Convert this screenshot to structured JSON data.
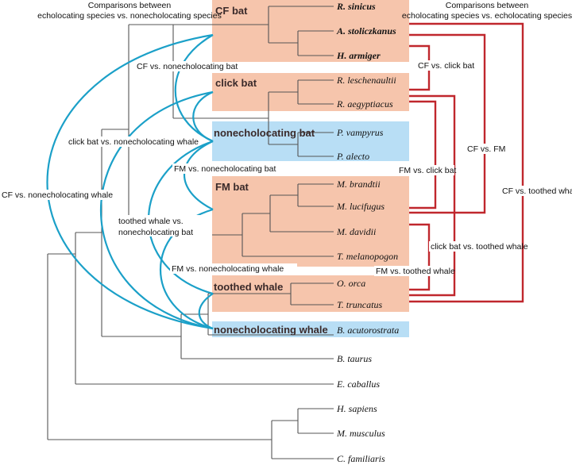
{
  "headers": {
    "left": [
      "Comparisons between",
      "echolocating species vs. nonecholocating species"
    ],
    "right": [
      "Comparisons between",
      "echolocating species vs. echolocating species"
    ]
  },
  "groups": {
    "cf_bat": "CF bat",
    "click_bat": "click bat",
    "nonecho_bat": "nonecholocating bat",
    "fm_bat": "FM bat",
    "toothed_whale": "toothed whale",
    "nonecho_whale": "nonecholocating whale"
  },
  "species": {
    "r_sinicus": "R. sinicus",
    "a_stoliczkanus": "A. stoliczkanus",
    "h_armiger": "H. armiger",
    "r_leschenaultii": "R. leschenaultii",
    "r_aegyptiacus": "R. aegyptiacus",
    "p_vampyrus": "P. vampyrus",
    "p_alecto": "P. alecto",
    "m_brandtii": "M. brandtii",
    "m_lucifugus": "M. lucifugus",
    "m_davidii": "M. davidii",
    "t_melanopogon": "T. melanopogon",
    "o_orca": "O. orca",
    "t_truncatus": "T. truncatus",
    "b_acutorostrata": "B. acutorostrata",
    "b_taurus": "B. taurus",
    "e_caballus": "E. caballus",
    "h_sapiens": "H. sapiens",
    "m_musculus": "M. musculus",
    "c_familiaris": "C. familiaris"
  },
  "comparisons_left": {
    "cf_vs_nonecho_bat": "CF vs. nonecholocating bat",
    "click_vs_nonecho_whale": "click bat vs. nonecholocating whale",
    "cf_vs_nonecho_whale": "CF vs. nonecholocating whale",
    "fm_vs_nonecho_bat": "FM vs. nonecholocating bat",
    "toothed_vs_nonecho_bat_1": "toothed whale vs.",
    "toothed_vs_nonecho_bat_2": "nonecholocating bat",
    "fm_vs_nonecho_whale": "FM vs. nonecholocating whale"
  },
  "comparisons_right": {
    "cf_vs_click": "CF vs. click bat",
    "cf_vs_fm": "CF vs. FM",
    "fm_vs_click": "FM vs. click bat",
    "cf_vs_toothed": "CF vs. toothed whale",
    "click_vs_toothed": "click bat vs. toothed whale",
    "fm_vs_toothed": "FM vs. toothed whale"
  },
  "colors": {
    "echolocating_box": "#f6c5ac",
    "nonecholocating_box": "#b8def5",
    "echo_vs_nonecho_arc": "#1ba0c8",
    "echo_vs_echo_arc": "#c0272d",
    "tree_line": "#555555"
  }
}
